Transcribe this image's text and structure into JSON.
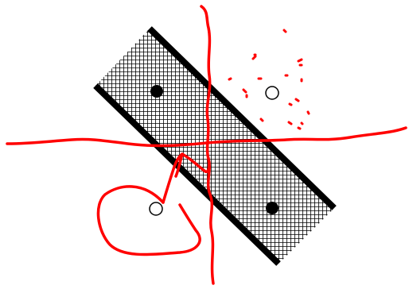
{
  "diagram": {
    "background_color": "#ffffff",
    "band": {
      "fill_pattern": "crosshatch-grid",
      "hatch_color": "#000000",
      "border_color": "#000000"
    },
    "points": [
      {
        "id": "upper-left-solid",
        "style": "filled"
      },
      {
        "id": "upper-right-hollow",
        "style": "hollow"
      },
      {
        "id": "lower-left-hollow",
        "style": "hollow"
      },
      {
        "id": "lower-right-solid",
        "style": "filled"
      }
    ],
    "annotation_color": "#ff0000"
  }
}
